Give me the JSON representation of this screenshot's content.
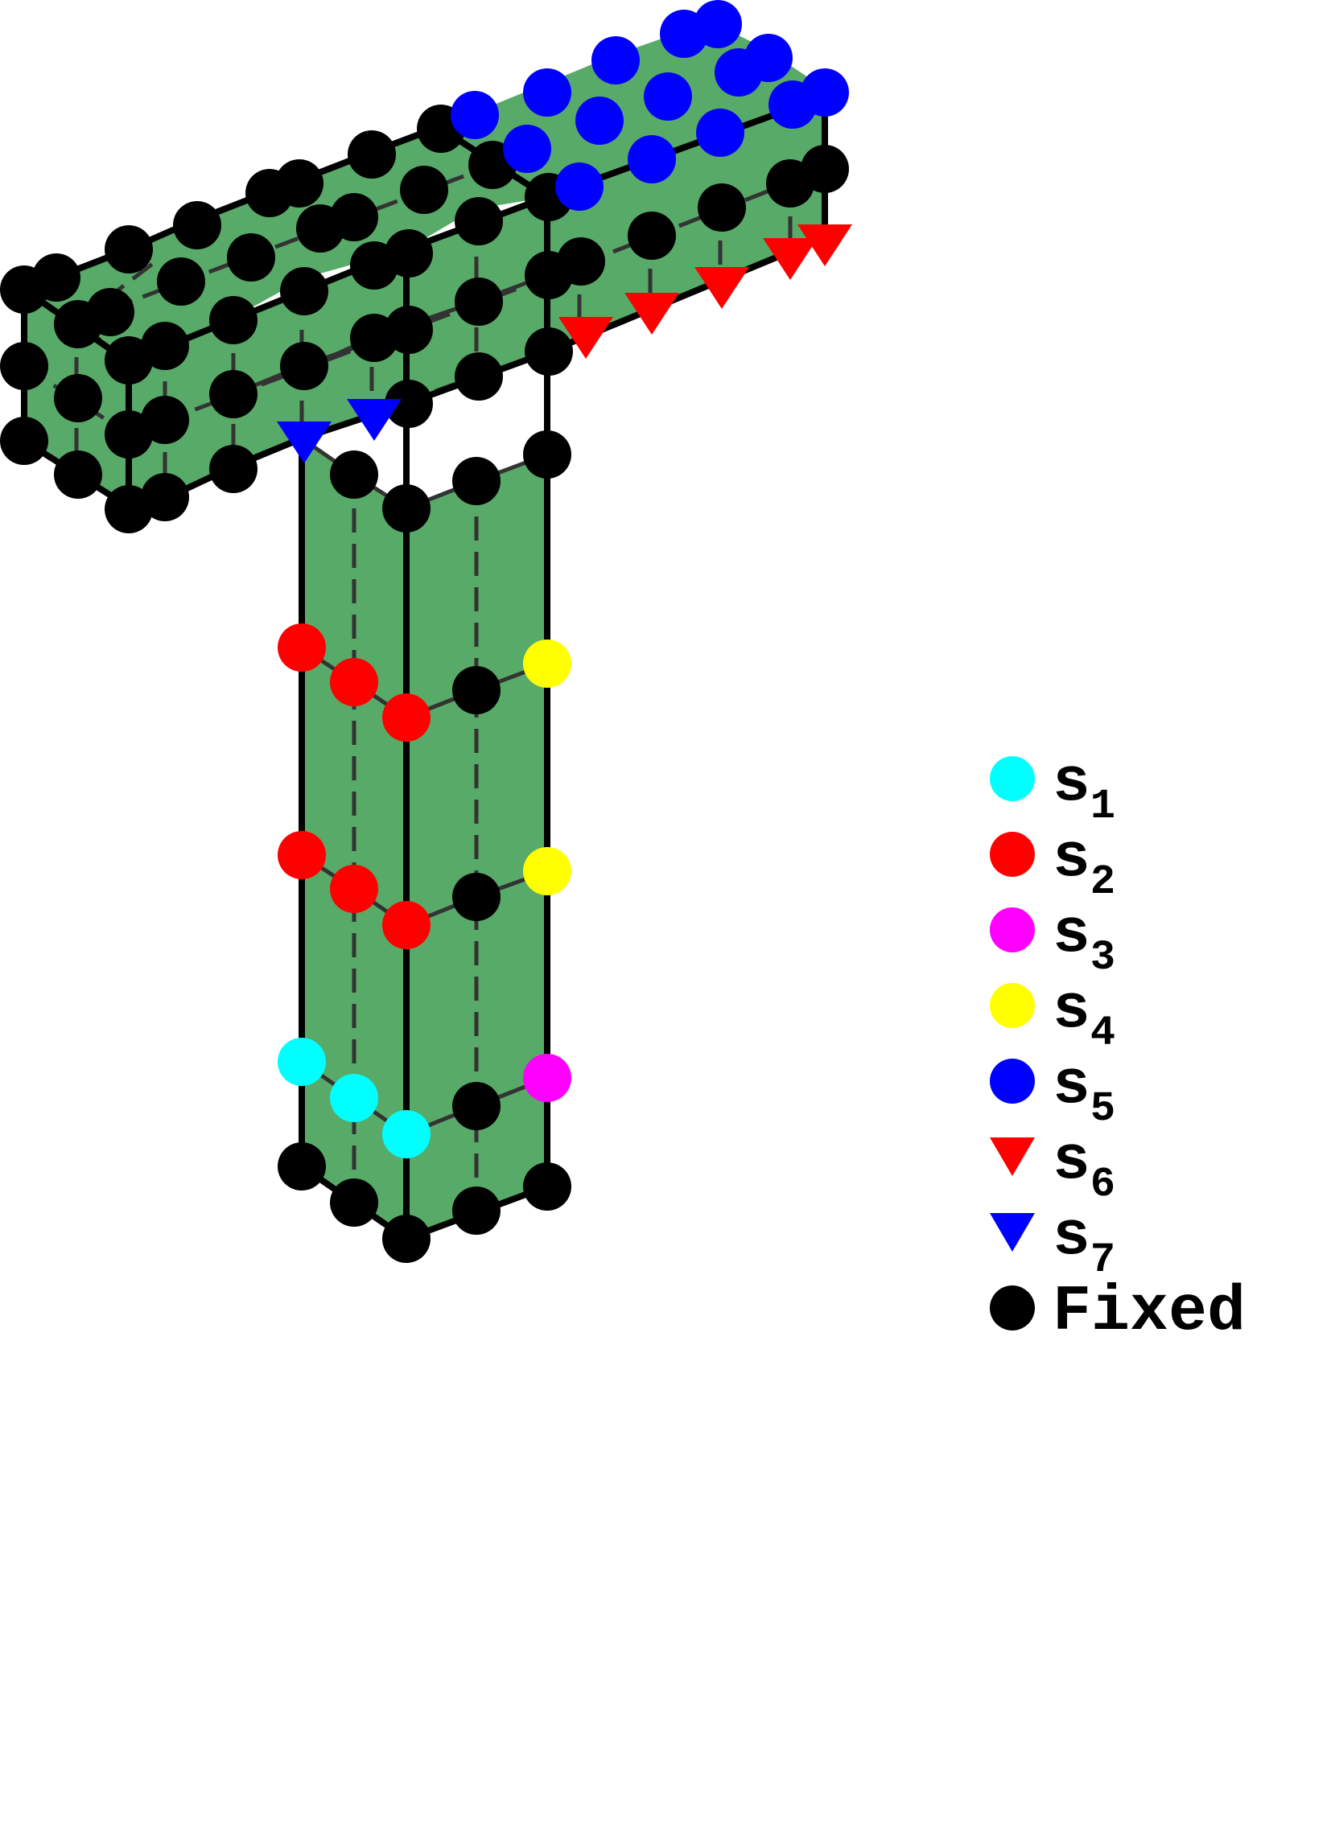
{
  "colors": {
    "face": "#58AA68",
    "edge": "#000000",
    "hidden_edge": "#333333",
    "S1": "#00FFFF",
    "S2": "#FF0000",
    "S3": "#FF00FF",
    "S4": "#FFFF00",
    "S5": "#0000FF",
    "S6": "#FF0000",
    "S7": "#0000FF",
    "Fixed": "#000000"
  },
  "legend": [
    {
      "key": "S1",
      "label": "s",
      "subscript": "1",
      "marker": "circle"
    },
    {
      "key": "S2",
      "label": "s",
      "subscript": "2",
      "marker": "circle"
    },
    {
      "key": "S3",
      "label": "s",
      "subscript": "3",
      "marker": "circle"
    },
    {
      "key": "S4",
      "label": "s",
      "subscript": "4",
      "marker": "circle"
    },
    {
      "key": "S5",
      "label": "s",
      "subscript": "5",
      "marker": "circle"
    },
    {
      "key": "S6",
      "label": "s",
      "subscript": "6",
      "marker": "triangle-down"
    },
    {
      "key": "S7",
      "label": "s",
      "subscript": "7",
      "marker": "triangle-down"
    },
    {
      "key": "Fixed",
      "label": "Fixed",
      "subscript": "",
      "marker": "circle"
    }
  ]
}
